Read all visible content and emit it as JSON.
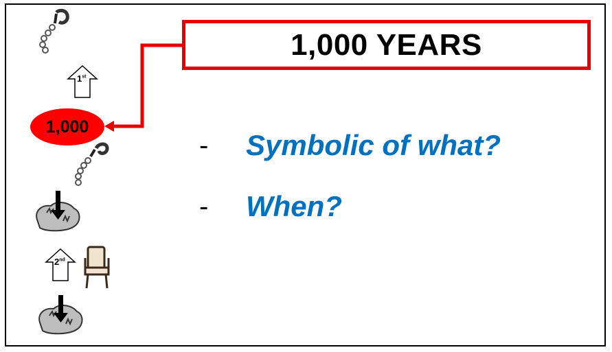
{
  "title": "1,000 YEARS",
  "marker": "1,000",
  "arrows": [
    {
      "label": "1",
      "suffix": "st"
    },
    {
      "label": "2",
      "suffix": "nd"
    }
  ],
  "questions": [
    {
      "dash": "-",
      "text": "Symbolic of what?"
    },
    {
      "dash": "-",
      "text": "When?"
    }
  ],
  "colors": {
    "accent": "#e60000",
    "question": "#0070c0",
    "oval": "#ff0000"
  },
  "icons": [
    "shackle-icon",
    "up-arrow-icon",
    "shackle-icon",
    "abyss-rock-icon",
    "up-arrow-icon",
    "throne-chair-icon",
    "abyss-rock-icon"
  ]
}
